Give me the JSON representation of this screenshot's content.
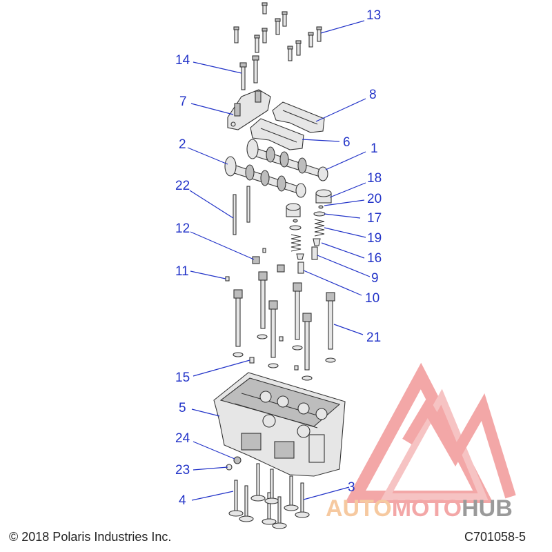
{
  "copyright": "© 2018 Polaris Industries Inc.",
  "diagram_code": "C701058-5",
  "watermark": {
    "part1": "AUTO",
    "part2": "MOTO",
    "part3": "HUB",
    "color_light": "#f6c9a0",
    "color_red": "#f3a7a7",
    "color_gray": "#9a9a9a"
  },
  "callout_color": "#2233c8",
  "callouts": {
    "c1": "1",
    "c2": "2",
    "c3": "3",
    "c4": "4",
    "c5": "5",
    "c6": "6",
    "c7": "7",
    "c8": "8",
    "c9": "9",
    "c10": "10",
    "c11": "11",
    "c12": "12",
    "c13": "13",
    "c14": "14",
    "c15": "15",
    "c16": "16",
    "c17": "17",
    "c18": "18",
    "c19": "19",
    "c20": "20",
    "c21": "21",
    "c22": "22",
    "c23": "23",
    "c24": "24"
  }
}
